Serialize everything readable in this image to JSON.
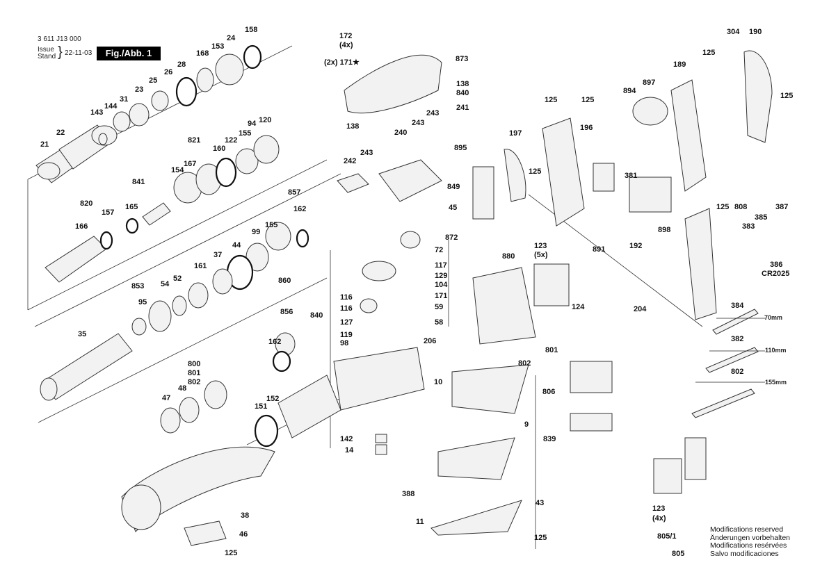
{
  "header": {
    "doc_number": "3 611 J13 000",
    "issue_label": "Issue",
    "stand_label": "Stand",
    "date": "22-11-03",
    "figure_label": "Fig./Abb. 1"
  },
  "notes": [
    "Modifications reserved",
    "Änderungen vorbehalten",
    "Modifications resérvées",
    "Salvo modificaciones"
  ],
  "cable_lengths": [
    "70mm",
    "110mm",
    "155mm"
  ],
  "part_labels": [
    "158",
    "24",
    "153",
    "168",
    "28",
    "26",
    "25",
    "23",
    "31",
    "144",
    "143",
    "22",
    "21",
    "821",
    "167",
    "160",
    "122",
    "155",
    "94",
    "120",
    "154",
    "841",
    "165",
    "820",
    "157",
    "166",
    "857",
    "162",
    "99",
    "155",
    "37",
    "44",
    "161",
    "853",
    "54",
    "52",
    "95",
    "35",
    "860",
    "856",
    "162",
    "800",
    "801",
    "802",
    "47",
    "48",
    "151",
    "152",
    "38",
    "46",
    "125",
    "172",
    "(4x)",
    "(2x) 171★",
    "873",
    "138",
    "840",
    "138",
    "243",
    "241",
    "240",
    "243",
    "242",
    "243",
    "895",
    "849",
    "45",
    "872",
    "72",
    "117",
    "129",
    "104",
    "171",
    "59",
    "58",
    "116",
    "116",
    "127",
    "840",
    "119",
    "98",
    "206",
    "10",
    "142",
    "14",
    "880",
    "123",
    "(5x)",
    "124",
    "801",
    "802",
    "9",
    "839",
    "388",
    "11",
    "43",
    "125",
    "125",
    "125",
    "197",
    "196",
    "125",
    "894",
    "897",
    "189",
    "304",
    "190",
    "125",
    "125",
    "381",
    "891",
    "192",
    "898",
    "125",
    "808",
    "385",
    "387",
    "383",
    "386",
    "CR2025",
    "204",
    "384",
    "382",
    "802",
    "806",
    "123",
    "(4x)",
    "805/1",
    "805"
  ]
}
